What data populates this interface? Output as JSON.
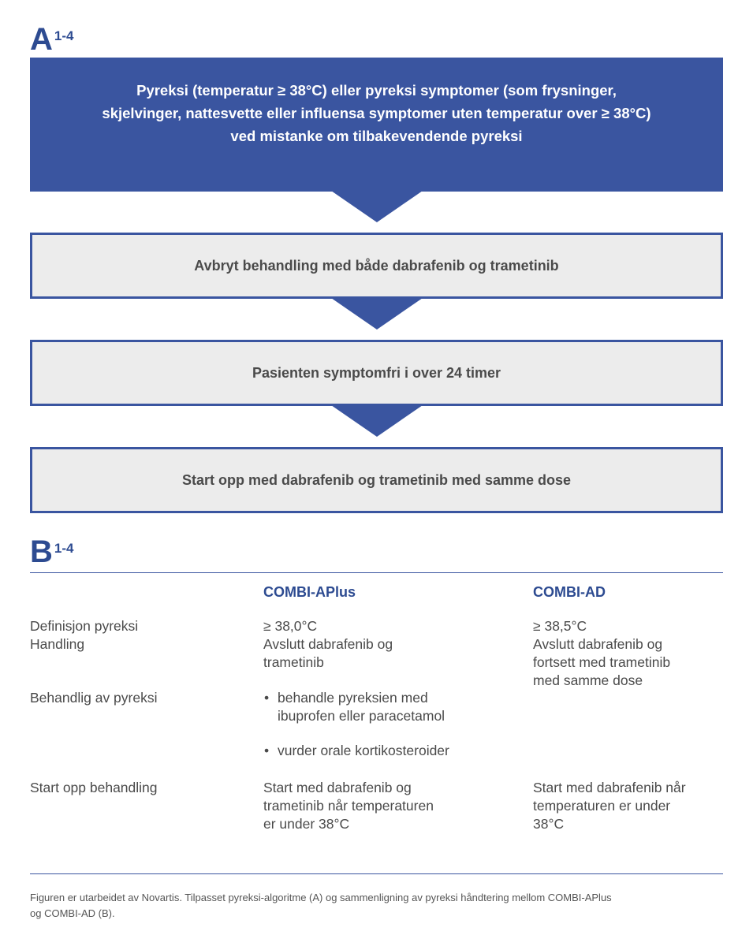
{
  "section_a": {
    "label": "A",
    "superscript": "1-4"
  },
  "flow": {
    "top_box_lines": [
      "Pyreksi (temperatur ≥ 38°C) eller pyreksi symptomer (som frysninger,",
      "skjelvinger, nattesvette eller influensa symptomer uten temperatur over ≥ 38°C)",
      "ved mistanke om tilbakevendende pyreksi"
    ],
    "steps": [
      "Avbryt behandling med både dabrafenib og trametinib",
      "Pasienten symptomfri i over 24 timer",
      "Start opp med dabrafenib og trametinib med samme dose"
    ]
  },
  "section_b": {
    "label": "B",
    "superscript": "1-4"
  },
  "table": {
    "columns": [
      "COMBI-APlus",
      "COMBI-AD"
    ],
    "rows": {
      "definition": {
        "label": "Definisjon pyreksi",
        "aplus": "≥ 38,0°C",
        "ad": "≥ 38,5°C"
      },
      "action": {
        "label": "Handling",
        "aplus": [
          "Avslutt dabrafenib og",
          "trametinib"
        ],
        "ad": [
          "Avslutt dabrafenib og",
          "fortsett med trametinib",
          "med samme dose"
        ]
      },
      "treatment": {
        "label": "Behandlig av pyreksi",
        "aplus_bullets": [
          [
            "behandle pyreksien med",
            "ibuprofen eller paracetamol"
          ],
          [
            "vurder orale kortikosteroider"
          ]
        ]
      },
      "restart": {
        "label": "Start opp behandling",
        "aplus": [
          "Start med dabrafenib og",
          "trametinib når temperaturen",
          "er under 38°C"
        ],
        "ad": [
          "Start med dabrafenib når",
          "temperaturen er under",
          "38°C"
        ]
      }
    }
  },
  "footnote": [
    "Figuren er utarbeidet av Novartis. Tilpasset pyreksi-algoritme (A) og sammenligning av pyreksi håndtering mellom COMBI-APlus",
    "og COMBI-AD (B)."
  ]
}
